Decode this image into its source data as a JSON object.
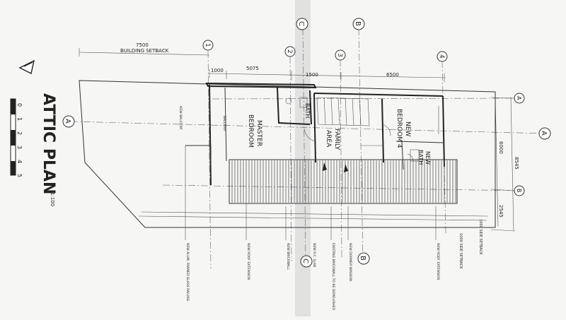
{
  "title": "ATTIC PLAN",
  "title_suffix": "1:100",
  "scale_ticks": [
    "0",
    "1",
    "2",
    "3",
    "4",
    "5"
  ],
  "dimensions": {
    "setback_value": "7500",
    "setback_label": "BUILDING SETBACK",
    "d1000": "1000",
    "d5075": "5075",
    "d1500": "1500",
    "d6500": "6500",
    "d6000": "6000",
    "d8545": "8545",
    "d2545": "2545",
    "side_setback": "1000 SIDE SETBACK",
    "rear_setback": "1000 SIDE SETBACK"
  },
  "grid_labels": {
    "c": "C",
    "b": "B",
    "a": "A",
    "n1": "1",
    "n2": "2",
    "n3": "3",
    "n4": "4"
  },
  "rooms": {
    "master_bedroom": [
      "MASTER",
      "BEDROOM"
    ],
    "family_area": [
      "FAMILY",
      "AREA"
    ],
    "new_bedroom": [
      "NEW",
      "BEDROOM 4"
    ],
    "new_bath": [
      "NEW",
      "BATH"
    ],
    "bath": "BATH"
  },
  "notes": {
    "balcony": "NEW BALCONY",
    "balcony_short": "BALCONY",
    "railing": "NEW ALUM. FRAMED GLASS RAILING",
    "roof_ext_1": "NEW ROOF EXTENSION",
    "brickwall": "NEW BRICKWALL",
    "new_rc": "NEW R.C. SLAB",
    "existing_brickwall": "EXISTING BRICKWALL TO BE DEMOLISHED",
    "dormer": "NEW DORMER WINDOW",
    "roof_ext_2": "NEW ROOF EXTENSION"
  }
}
